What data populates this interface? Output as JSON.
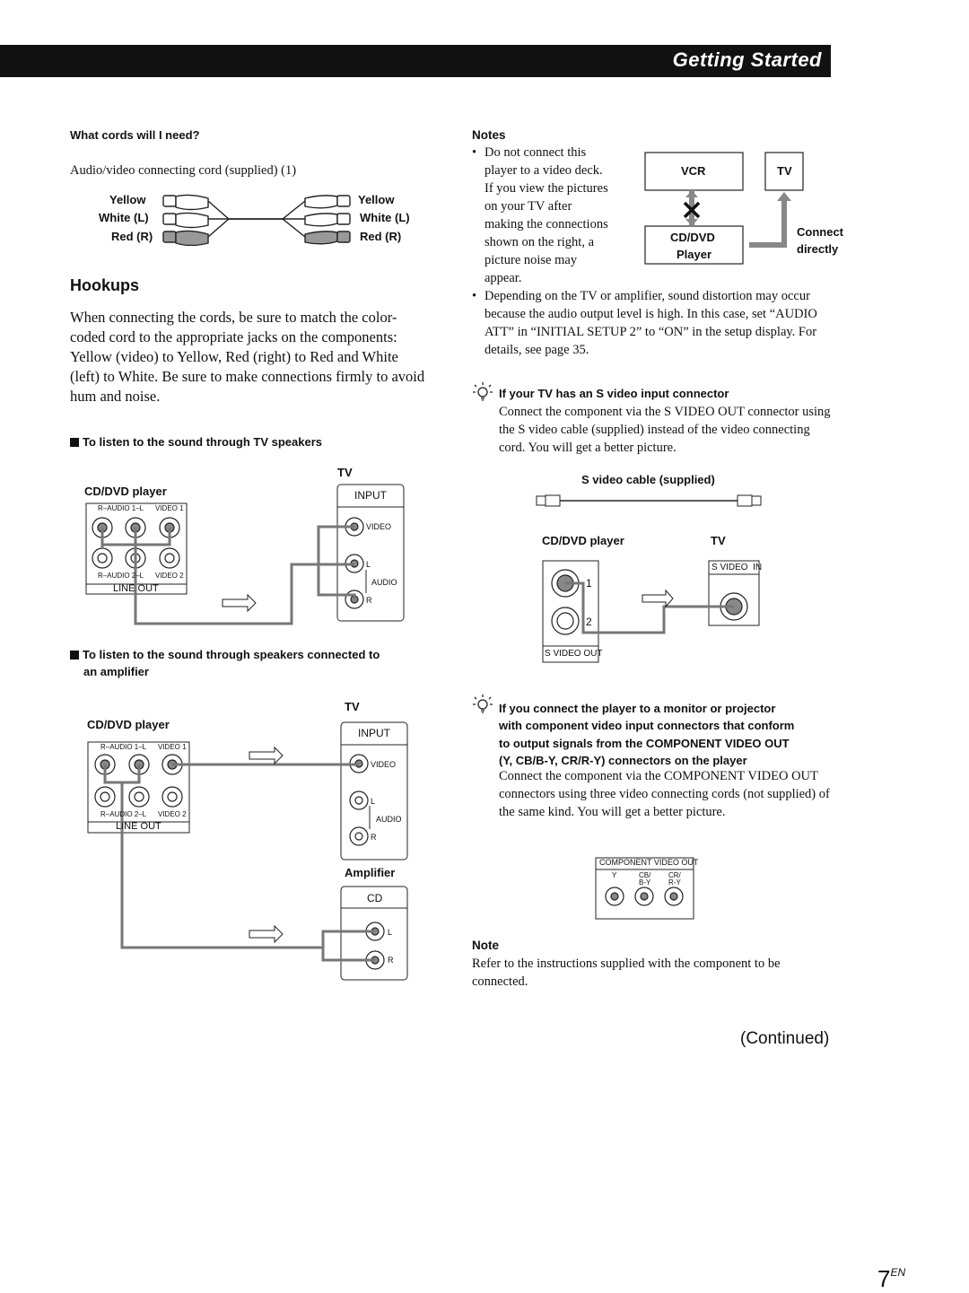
{
  "header": {
    "title": "Getting Started"
  },
  "cords": {
    "heading": "What cords will I need?",
    "desc": "Audio/video connecting cord (supplied) (1)",
    "labels": [
      "Yellow",
      "White (L)",
      "Red (R)"
    ]
  },
  "hookups": {
    "title": "Hookups",
    "body": "When connecting the cords, be sure to match the color-coded cord to the appropriate jacks on the components: Yellow (video) to Yellow, Red (right) to Red and White (left) to White. Be sure to make connections firmly to avoid hum and noise."
  },
  "diagram1": {
    "heading": "To listen to the sound through TV speakers",
    "tv_label": "TV",
    "player_label": "CD/DVD player",
    "input_label": "INPUT",
    "video": "VIDEO",
    "audio": "AUDIO",
    "l": "L",
    "r": "R",
    "audio1": "R–AUDIO 1–L",
    "video1": "VIDEO 1",
    "audio2": "R–AUDIO 2–L",
    "video2": "VIDEO 2",
    "line_out": "LINE OUT"
  },
  "diagram2": {
    "heading_line1": "To listen to the sound through speakers connected to",
    "heading_line2": "an amplifier",
    "tv_label": "TV",
    "player_label": "CD/DVD player",
    "amp_label": "Amplifier",
    "cd_label": "CD"
  },
  "notes": {
    "heading": "Notes",
    "items": [
      "Do not connect this player to a video deck. If you view the pictures on your TV after making the connections shown on the right, a picture noise may appear.",
      "Depending on the TV or amplifier, sound distortion may occur because the audio output level is high.  In this case, set “AUDIO ATT” in “INITIAL SETUP 2” to “ON” in the setup display.  For details, see page 35."
    ],
    "item1_lines": [
      "Do not connect this",
      "player to a video deck.",
      "If you view the pictures",
      "on your TV after",
      "making the connections",
      "shown on the right, a",
      "picture noise may",
      "appear."
    ],
    "vcr": "VCR",
    "tv": "TV",
    "cd_dvd": "CD/DVD",
    "player": "Player",
    "connect": "Connect",
    "directly": "directly"
  },
  "tip1": {
    "heading": "If your TV has an S video input connector",
    "body": "Connect the component via the S VIDEO OUT connector using the S video cable (supplied) instead of the video connecting cord. You will get a better picture.",
    "cable_label": "S video cable (supplied)",
    "player_label": "CD/DVD player",
    "tv_label": "TV",
    "s_video_in": "S VIDEO  IN",
    "s_video_out": "S VIDEO OUT",
    "one": "1",
    "two": "2"
  },
  "tip2": {
    "heading_lines": [
      "If you connect the player to a monitor or projector",
      "with component video input connectors that conform",
      "to output signals from the COMPONENT VIDEO OUT",
      "(Y, CB/B-Y, CR/R-Y) connectors on the player"
    ],
    "body": "Connect the component via the COMPONENT VIDEO OUT connectors using three video connecting cords (not supplied) of the same kind. You will get a better picture.",
    "panel_title": "COMPONENT VIDEO OUT",
    "y": "Y",
    "cb": "CB/",
    "by": "B-Y",
    "cr": "CR/",
    "ry": "R-Y"
  },
  "note": {
    "heading": "Note",
    "body": "Refer to the instructions supplied with the component to be connected."
  },
  "footer": {
    "continued": "(Continued)",
    "page": "7",
    "page_suffix": "EN"
  }
}
